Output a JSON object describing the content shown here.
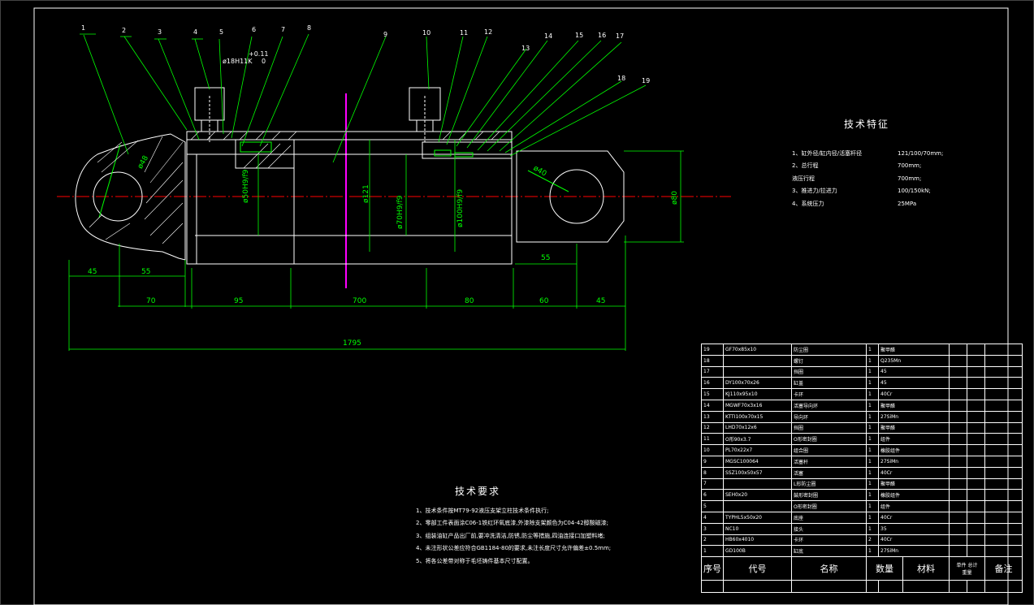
{
  "part_numbers": [
    "1",
    "2",
    "3",
    "4",
    "5",
    "6",
    "7",
    "8",
    "9",
    "10",
    "11",
    "12",
    "13",
    "14",
    "15",
    "16",
    "17",
    "18",
    "19"
  ],
  "tolerance": {
    "upper": "+0.11",
    "lower": "0",
    "fit": "ø18H11K"
  },
  "dimensions": {
    "bottom_row1": [
      "45",
      "55",
      "55"
    ],
    "bottom_row2": [
      "70",
      "95",
      "700",
      "80",
      "60",
      "45"
    ],
    "total": "1795",
    "vertical": [
      "ø50H9/f9",
      "ø121",
      "ø70H9/f9",
      "ø100H9/f9",
      "ø80"
    ],
    "radius_left": "ø48",
    "radius_right": "ø40"
  },
  "tech_spec": {
    "title": "技术特征",
    "rows": [
      {
        "label": "1、缸外径/缸内径/活塞杆径",
        "value": "121/100/70mm;"
      },
      {
        "label": "2、总行程",
        "value": "700mm;"
      },
      {
        "label": "   液压行程",
        "value": "700mm;"
      },
      {
        "label": "3、推进力/拉进力",
        "value": "100/150kN;"
      },
      {
        "label": "4、系统压力",
        "value": "25MPa"
      }
    ]
  },
  "tech_requirements": {
    "title": "技术要求",
    "items": [
      "1、技术条件按MT79-92液压支架立柱技术条件执行;",
      "2、零部工件表面涂C06-1铁红环氧底漆,外漆除支架颜色为C04-42醇酸磁漆;",
      "3、组装油缸产品出厂前,要冲洗清洁,防锈,防尘等措施,四油连接口加塑料堵;",
      "4、未注形状公差应符合GB1184-80的要求,未注长度尺寸允许偏差±0.5mm;",
      "5、将各公差带对称于毛坯铸件基本尺寸配置。"
    ]
  },
  "bom": {
    "rows": [
      {
        "no": "19",
        "code": "GF70x85x10",
        "name": "防尘圈",
        "qty": "1",
        "material": "聚甲醛"
      },
      {
        "no": "18",
        "code": "",
        "name": "螺钉",
        "qty": "1",
        "material": "Q235Mn"
      },
      {
        "no": "17",
        "code": "",
        "name": "挡圈",
        "qty": "1",
        "material": "45"
      },
      {
        "no": "16",
        "code": "DY100x70x26",
        "name": "缸盖",
        "qty": "1",
        "material": "45"
      },
      {
        "no": "15",
        "code": "KJ110x95x10",
        "name": "卡环",
        "qty": "1",
        "material": "40Cr"
      },
      {
        "no": "14",
        "code": "MGWF70x3x16",
        "name": "活塞导向环",
        "qty": "1",
        "material": "聚甲醛"
      },
      {
        "no": "13",
        "code": "KTTI100x70x15",
        "name": "导向环",
        "qty": "1",
        "material": "27SiMn"
      },
      {
        "no": "12",
        "code": "LHD70x12x6",
        "name": "挡圈",
        "qty": "1",
        "material": "聚甲醛"
      },
      {
        "no": "11",
        "code": "O形90x3.7",
        "name": "O形密封圈",
        "qty": "1",
        "material": "组件"
      },
      {
        "no": "10",
        "code": "PL70x22x7",
        "name": "组合圈",
        "qty": "1",
        "material": "橡胶组件"
      },
      {
        "no": "9",
        "code": "MGSC100064",
        "name": "活塞杆",
        "qty": "1",
        "material": "27SiMn"
      },
      {
        "no": "8",
        "code": "SSZ100x50x57",
        "name": "活塞",
        "qty": "1",
        "material": "40Cr"
      },
      {
        "no": "7",
        "code": "",
        "name": "L形防尘圈",
        "qty": "1",
        "material": "聚甲醛"
      },
      {
        "no": "6",
        "code": "SEH0x20",
        "name": "鼓形密封圈",
        "qty": "1",
        "material": "橡胶组件"
      },
      {
        "no": "5",
        "code": "",
        "name": "O形密封圈",
        "qty": "1",
        "material": "组件"
      },
      {
        "no": "4",
        "code": "TYPHL5x50x20",
        "name": "底座",
        "qty": "1",
        "material": "40Cr"
      },
      {
        "no": "3",
        "code": "NC10",
        "name": "接头",
        "qty": "1",
        "material": "35"
      },
      {
        "no": "2",
        "code": "HB60x4010",
        "name": "卡环",
        "qty": "2",
        "material": "40Cr"
      },
      {
        "no": "1",
        "code": "GD100B",
        "name": "缸底",
        "qty": "1",
        "material": "27SiMn"
      }
    ],
    "header": {
      "no": "序号",
      "code": "代号",
      "name": "名称",
      "qty": "数量",
      "material": "材料",
      "unit": "单件",
      "total": "总计",
      "weight": "重量",
      "remark": "备注"
    }
  },
  "colors": {
    "line": "#ffffff",
    "dim": "#00ff00",
    "center": "#ff0000",
    "hidden": "#ff00ff",
    "hatch": "#ffffff"
  }
}
